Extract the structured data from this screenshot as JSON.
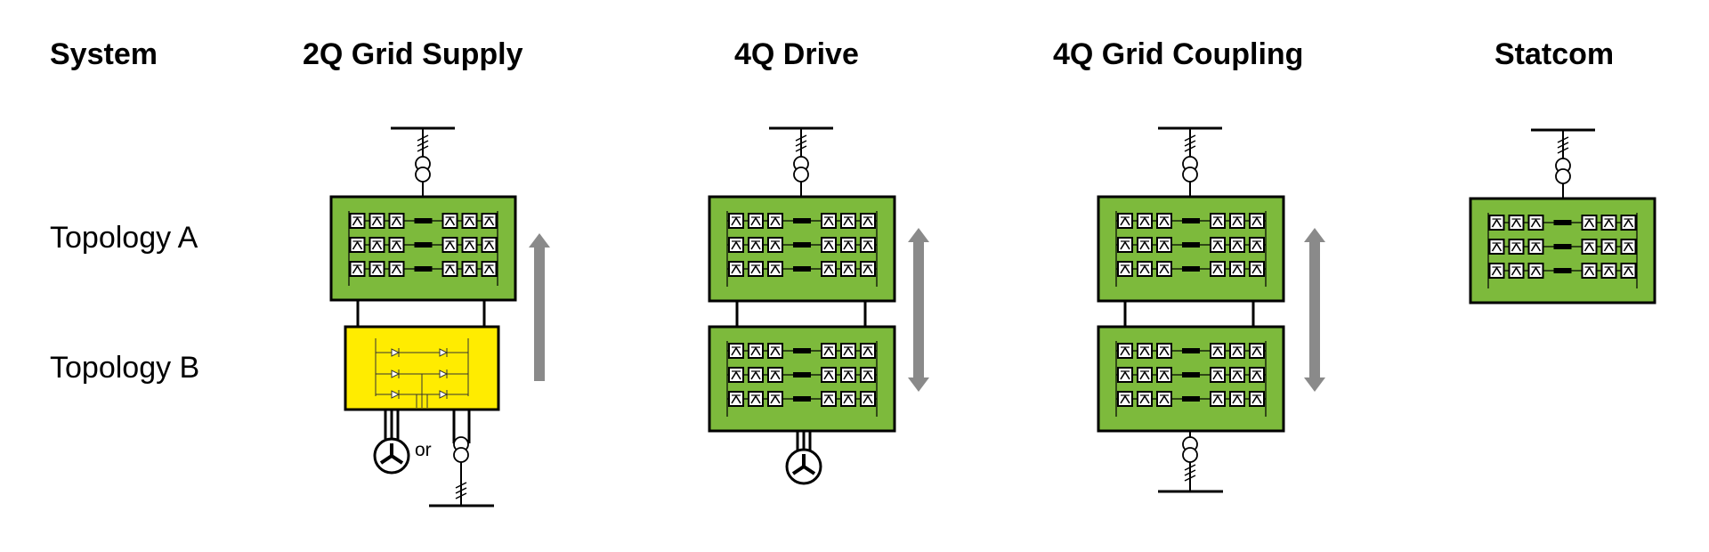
{
  "headers": {
    "system": "System",
    "grid_supply_2q": "2Q Grid Supply",
    "drive_4q": "4Q Drive",
    "grid_coupling_4q": "4Q Grid Coupling",
    "statcom": "Statcom"
  },
  "rows": {
    "topology_a": "Topology A",
    "topology_b": "Topology B"
  },
  "annotations": {
    "or_label": "or"
  },
  "colors": {
    "converter_green": "#7dba3c",
    "rectifier_yellow": "#ffec00",
    "arrow_gray": "#8a8a8a",
    "line_black": "#000000"
  }
}
